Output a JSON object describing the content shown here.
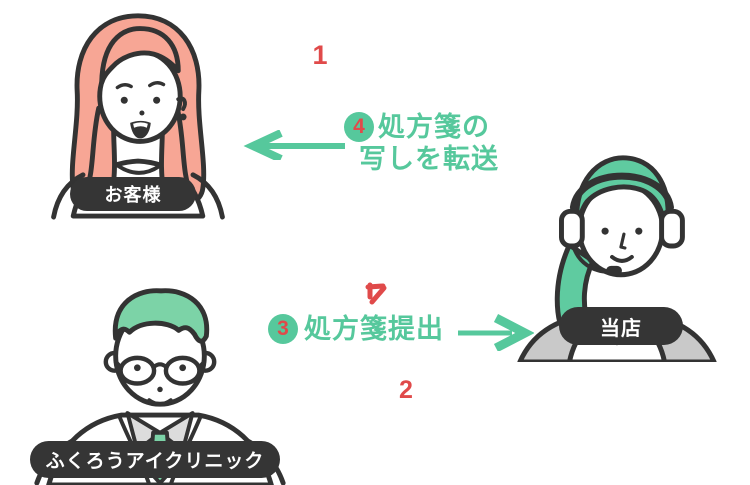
{
  "diagram": {
    "actors": {
      "customer": {
        "label": "お客様"
      },
      "clinic": {
        "label": "ふくろうアイクリニック"
      },
      "store": {
        "label": "当店"
      }
    },
    "steps": {
      "one": {
        "number": "1"
      },
      "two": {
        "number": "2"
      },
      "three": {
        "number": "3",
        "text": "処方箋提出"
      },
      "four": {
        "number": "4",
        "line1": "処方箋の",
        "line2": "写しを転送"
      }
    },
    "icons": {
      "arrow_left": "arrow-left-icon",
      "arrow_right": "arrow-right-icon",
      "small_red_arrow": "small-red-arrow-icon",
      "customer_illustration": "customer-woman-illustration",
      "clinic_illustration": "clinic-doctor-illustration",
      "store_illustration": "store-operator-illustration"
    },
    "colors": {
      "green": "#56c89c",
      "red": "#e04a4a",
      "dark": "#353535",
      "salmon_hair": "#f7a695",
      "doctor_hair_green": "#7cd3a7",
      "operator_hair_green": "#5fcba0",
      "gray": "#c9c9c9",
      "background": "#ffffff"
    }
  }
}
